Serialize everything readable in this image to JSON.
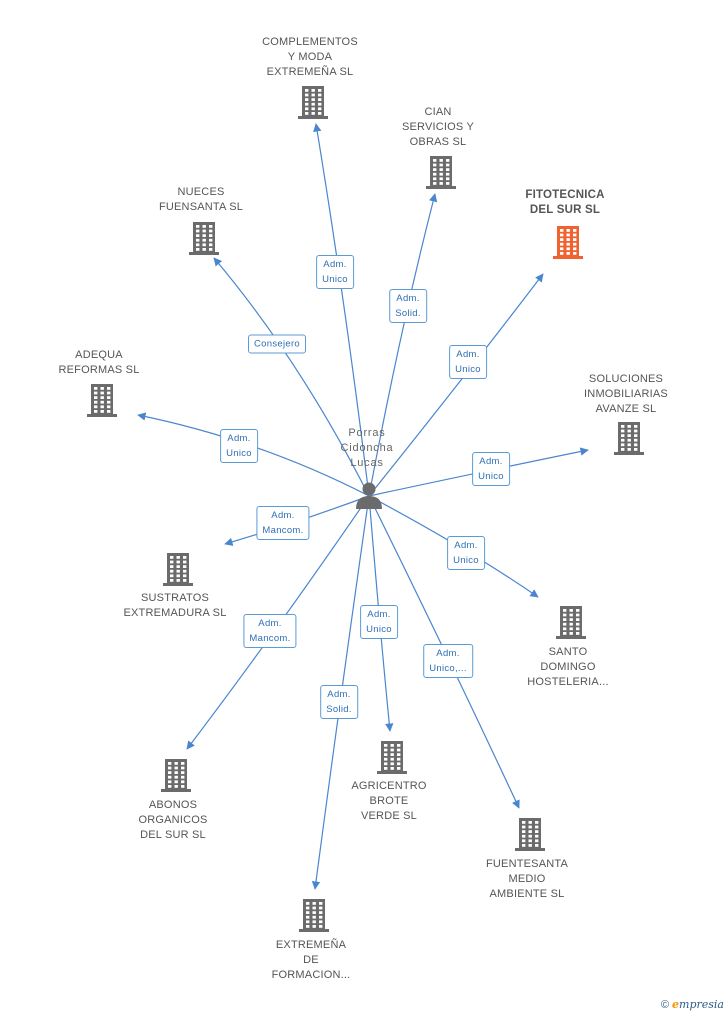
{
  "person": {
    "label": "Porras\nCidoncha\nLucas"
  },
  "colors": {
    "edge": "#4a86cf",
    "building": "#6b6b6b",
    "highlight": "#f0622f"
  },
  "nodes": [
    {
      "id": "complementos",
      "label": "COMPLEMENTOS\nY MODA\nEXTREMEÑA SL",
      "highlight": false
    },
    {
      "id": "cian",
      "label": "CIAN\nSERVICIOS Y\nOBRAS SL",
      "highlight": false
    },
    {
      "id": "fitotecnica",
      "label": "FITOTECNICA\nDEL SUR SL",
      "highlight": true
    },
    {
      "id": "nueces",
      "label": "NUECES\nFUENSANTA SL",
      "highlight": false
    },
    {
      "id": "adequa",
      "label": "ADEQUA\nREFORMAS SL",
      "highlight": false
    },
    {
      "id": "soluciones",
      "label": "SOLUCIONES\nINMOBILIARIAS\nAVANZE SL",
      "highlight": false
    },
    {
      "id": "sustratos",
      "label": "SUSTRATOS\nEXTREMADURA SL",
      "highlight": false
    },
    {
      "id": "santo",
      "label": "SANTO\nDOMINGO\nHOSTELERIA...",
      "highlight": false
    },
    {
      "id": "abonos",
      "label": "ABONOS\nORGANICOS\nDEL SUR SL",
      "highlight": false
    },
    {
      "id": "agricentro",
      "label": "AGRICENTRO\nBROTE\nVERDE SL",
      "highlight": false
    },
    {
      "id": "fuentesanta",
      "label": "FUENTESANTA\nMEDIO\nAMBIENTE SL",
      "highlight": false
    },
    {
      "id": "extremena",
      "label": "EXTREMEÑA\nDE\nFORMACION...",
      "highlight": false
    }
  ],
  "edges": [
    {
      "to": "complementos",
      "label": "Adm.\nUnico"
    },
    {
      "to": "cian",
      "label": "Adm.\nSolid."
    },
    {
      "to": "fitotecnica",
      "label": "Adm.\nUnico"
    },
    {
      "to": "nueces",
      "label": "Consejero"
    },
    {
      "to": "adequa",
      "label": "Adm.\nUnico"
    },
    {
      "to": "soluciones",
      "label": "Adm.\nUnico"
    },
    {
      "to": "sustratos",
      "label": "Adm.\nMancom."
    },
    {
      "to": "santo",
      "label": "Adm.\nUnico"
    },
    {
      "to": "abonos",
      "label": "Adm.\nMancom."
    },
    {
      "to": "agricentro",
      "label": "Adm.\nUnico"
    },
    {
      "to": "fuentesanta",
      "label": "Adm.\nUnico,..."
    },
    {
      "to": "extremena",
      "label": "Adm.\nSolid."
    }
  ],
  "footer": {
    "copyright": "©",
    "brand_initial": "e",
    "brand_rest": "mpresia"
  }
}
